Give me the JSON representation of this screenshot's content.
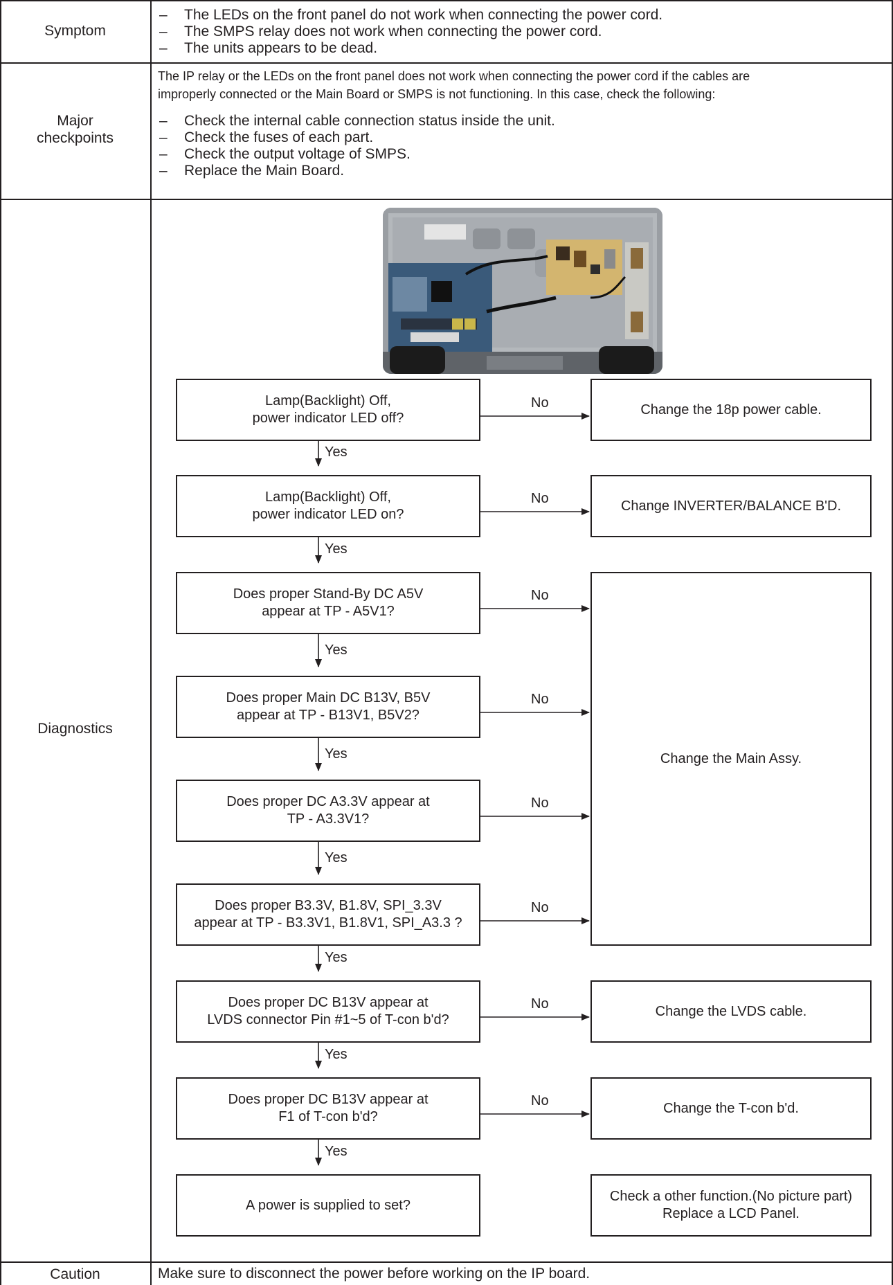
{
  "rows": {
    "symptom": {
      "label": "Symptom",
      "items": [
        "The LEDs on the front panel do not work when connecting the power cord.",
        "The SMPS relay does not work when connecting the power cord.",
        "The units appears to be dead."
      ]
    },
    "checkpoints": {
      "label_line1": "Major",
      "label_line2": "checkpoints",
      "intro_line1": "The IP relay or the LEDs on the front panel does not work when connecting the power cord if the cables are",
      "intro_line2": "improperly connected or the Main Board or SMPS is not functioning. In this case, check the following:",
      "items": [
        "Check the internal cable connection status inside the unit.",
        "Check the fuses of each part.",
        "Check the output voltage of SMPS.",
        "Replace the Main Board."
      ]
    },
    "diagnostics": {
      "label": "Diagnostics"
    },
    "caution": {
      "label": "Caution",
      "text": "Make sure to disconnect the power before working on the IP board."
    }
  },
  "flowchart": {
    "no_label": "No",
    "yes_label": "Yes",
    "steps": [
      {
        "q1": "Lamp(Backlight) Off,",
        "q2": "power indicator LED off?"
      },
      {
        "q1": "Lamp(Backlight) Off,",
        "q2": "power indicator LED on?"
      },
      {
        "q1": "Does proper Stand-By DC A5V",
        "q2": "appear at TP - A5V1?"
      },
      {
        "q1": "Does proper Main DC B13V, B5V",
        "q2": "appear at TP - B13V1, B5V2?"
      },
      {
        "q1": "Does proper DC A3.3V appear at",
        "q2": "TP - A3.3V1?"
      },
      {
        "q1": "Does proper B3.3V, B1.8V, SPI_3.3V",
        "q2": "appear at TP - B3.3V1, B1.8V1, SPI_A3.3 ?"
      },
      {
        "q1": "Does proper DC B13V appear at",
        "q2": "LVDS connector Pin #1~5 of T-con b'd?"
      },
      {
        "q1": "Does proper DC B13V appear at",
        "q2": "F1 of T-con b'd?"
      },
      {
        "q1": "A power is supplied to set?",
        "q2": ""
      }
    ],
    "actions": {
      "power_cable": "Change the 18p power cable.",
      "inverter": "Change INVERTER/BALANCE B'D.",
      "main_assy": "Change the Main Assy.",
      "lvds": "Change the LVDS cable.",
      "tcon": "Change the T-con b'd.",
      "other_line1": "Check a other function.(No picture part)",
      "other_line2": "Replace a LCD Panel."
    }
  }
}
